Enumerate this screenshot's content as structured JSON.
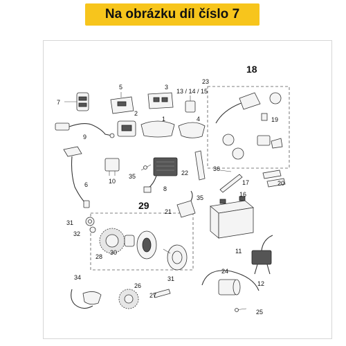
{
  "banner": {
    "text": "Na obrázku díl číslo 7",
    "color": "#f7c51c"
  },
  "labels": {
    "n1": "1",
    "n2": "2",
    "n3": "3",
    "n4": "4",
    "n5": "5",
    "n6": "6",
    "n7": "7",
    "n8": "8",
    "n9": "9",
    "n10": "10",
    "n11": "11",
    "n12": "12",
    "n13_15": "13 / 14 / 15",
    "n16": "16",
    "n17": "17",
    "n18": "18",
    "n19": "19",
    "n20": "20",
    "n21": "21",
    "n22": "22",
    "n23": "23",
    "n24": "24",
    "n25": "25",
    "n26": "26",
    "n27": "27",
    "n28": "28",
    "n29": "29",
    "n30": "30",
    "n31a": "31",
    "n31b": "31",
    "n32": "32",
    "n34": "34",
    "n35a": "35",
    "n35b": "35",
    "n36": "36"
  }
}
